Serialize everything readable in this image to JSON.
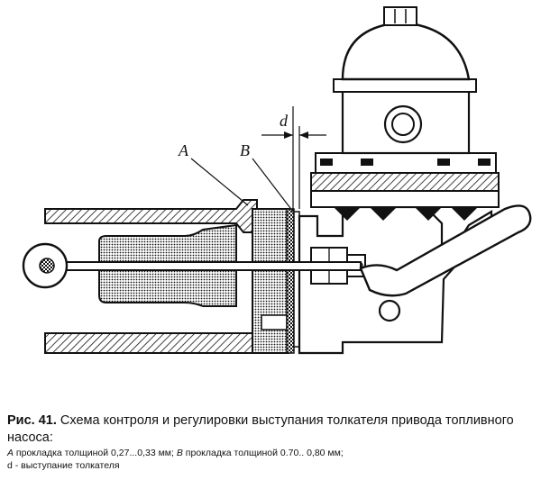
{
  "diagram": {
    "labels": {
      "a": "A",
      "b": "B",
      "d": "d"
    }
  },
  "caption": {
    "fig_no": "Рис. 41.",
    "title": " Схема контроля и регулировки выступания толкателя привода топливного насоса:",
    "line_a_letter": "A",
    "line_a_text": " прокладка толщиной 0,27...0,33 мм; ",
    "line_b_letter": "B",
    "line_b_text": " прокладка толщиной 0.70.. 0,80 мм;",
    "line_d": "d - выступание толкателя"
  },
  "colors": {
    "ink": "#111111",
    "paper": "#ffffff"
  }
}
